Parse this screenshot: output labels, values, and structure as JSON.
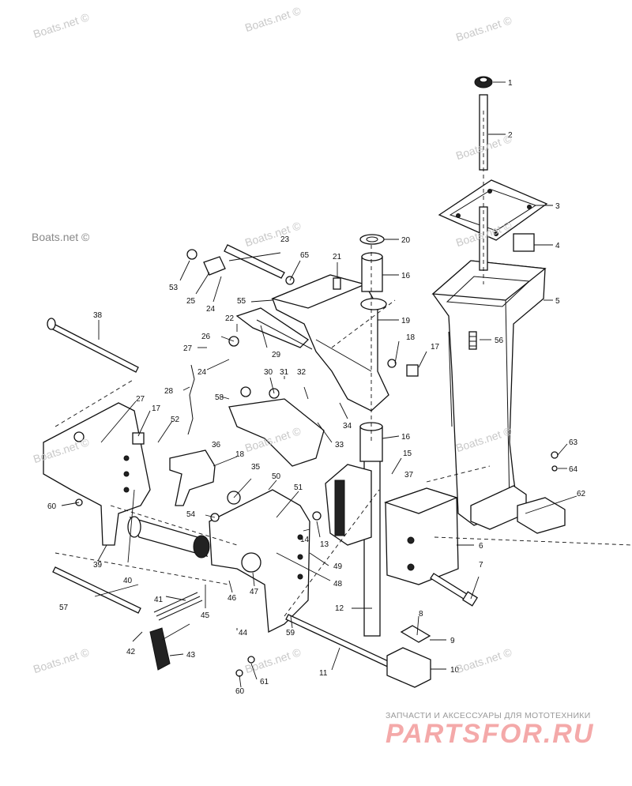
{
  "watermarks": [
    "Boats.net ©",
    "Boats.net ©",
    "Boats.net ©",
    "Boats.net ©",
    "Boats.net ©",
    "Boats.net ©",
    "Boats.net ©",
    "Boats.net ©",
    "Boats.net ©",
    "Boats.net ©",
    "Boats.net ©",
    "Boats.net ©",
    "Boats.net ©"
  ],
  "callouts": [
    "1",
    "2",
    "3",
    "4",
    "5",
    "6",
    "7",
    "8",
    "9",
    "10",
    "11",
    "12",
    "13",
    "14",
    "15",
    "16",
    "16",
    "17",
    "17",
    "18",
    "18",
    "19",
    "20",
    "21",
    "22",
    "23",
    "24",
    "24",
    "25",
    "26",
    "27",
    "27",
    "28",
    "29",
    "30",
    "31",
    "32",
    "33",
    "34",
    "35",
    "36",
    "37",
    "38",
    "39",
    "40",
    "41",
    "42",
    "43",
    "44",
    "45",
    "46",
    "47",
    "48",
    "49",
    "50",
    "51",
    "52",
    "53",
    "54",
    "55",
    "56",
    "57",
    "58",
    "59",
    "60",
    "60",
    "61",
    "62",
    "63",
    "64",
    "65"
  ],
  "brand": {
    "tagline": "ЗАПЧАСТИ И АКСЕССУАРЫ ДЛЯ МОТОТЕХНИКИ",
    "logo": "PARTSFOR.RU",
    "logo_color": "#f4a9a9"
  }
}
